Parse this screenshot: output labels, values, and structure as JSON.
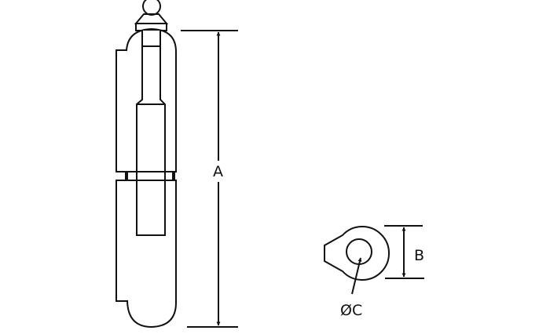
{
  "labels": {
    "a": "A",
    "b": "B",
    "c": "ØC"
  },
  "colors": {
    "stroke": "#111111",
    "background": "#ffffff"
  }
}
